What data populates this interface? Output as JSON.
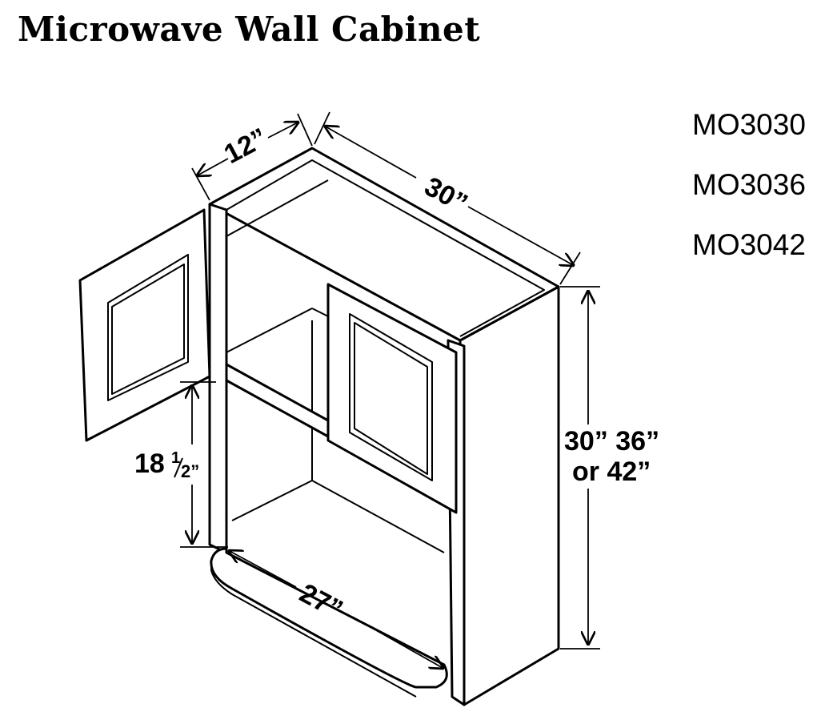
{
  "title": "Microwave Wall Cabinet",
  "models": [
    "MO3030",
    "MO3036",
    "MO3042"
  ],
  "dimensions": {
    "depth": "12”",
    "width": "30”",
    "height_line1": "30” 36”",
    "height_line2": "or 42”",
    "opening_height_whole": "18",
    "opening_height_fraction_num": "1",
    "opening_height_fraction_den": "2”",
    "opening_width": "27”"
  }
}
